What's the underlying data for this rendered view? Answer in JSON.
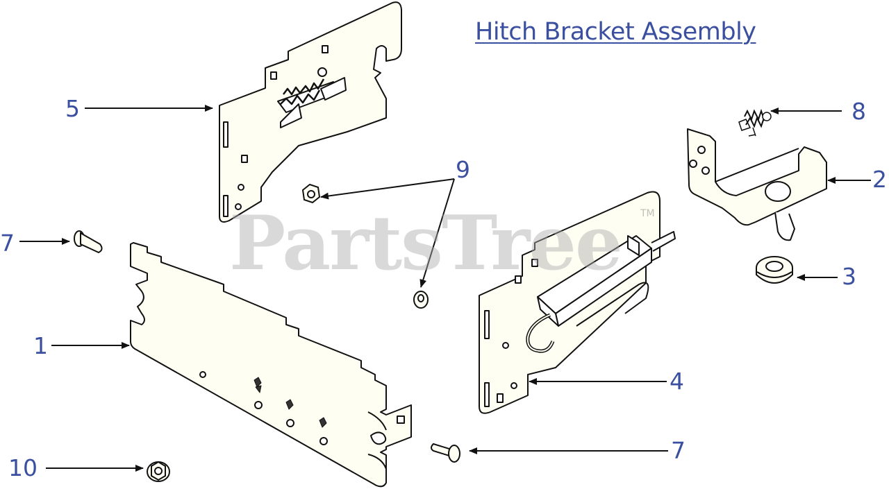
{
  "diagram": {
    "title": "Hitch Bracket Assembly",
    "watermark": "PartsTree",
    "trademark": "TM",
    "callouts": {
      "c1": "1",
      "c2": "2",
      "c3": "3",
      "c4": "4",
      "c5": "5",
      "c7a": "7",
      "c7b": "7",
      "c8": "8",
      "c9": "9",
      "c10": "10"
    },
    "colors": {
      "label": "#3b4fa0",
      "line": "#111111",
      "part_fill": "#fffef2",
      "watermark": "#aaaaaa"
    }
  }
}
